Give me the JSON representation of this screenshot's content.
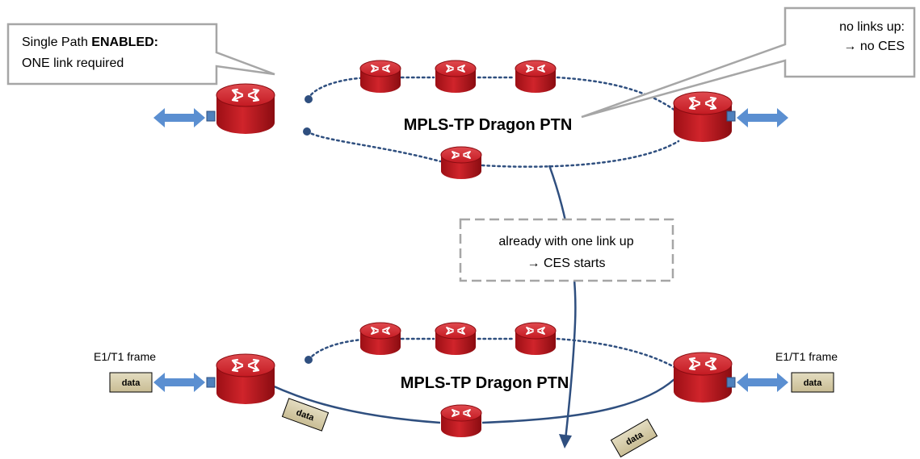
{
  "callouts": {
    "single_path": {
      "line1_prefix": "Single Path ",
      "line1_bold": "ENABLED:",
      "line2": "ONE link required"
    },
    "no_links": {
      "line1": "no links up:",
      "line2": "→ no CES"
    },
    "one_link": {
      "line1": "already with one link up",
      "line2": "→ CES starts"
    }
  },
  "networks": {
    "top_label": "MPLS-TP Dragon PTN",
    "bottom_label": "MPLS-TP Dragon PTN"
  },
  "frames": {
    "left_label": "E1/T1 frame",
    "right_label": "E1/T1 frame",
    "data_label": "data"
  },
  "colors": {
    "router_red": "#c0141c",
    "router_dark": "#8e0d12",
    "link_blue": "#2f4f7f",
    "arrow_blue": "#5b8fd1",
    "data_box": "#d4c9a5",
    "callout_border": "#a6a6a6"
  },
  "icons": {
    "router": "router-icon",
    "arrow": "double-arrow-icon",
    "port": "port-icon"
  }
}
